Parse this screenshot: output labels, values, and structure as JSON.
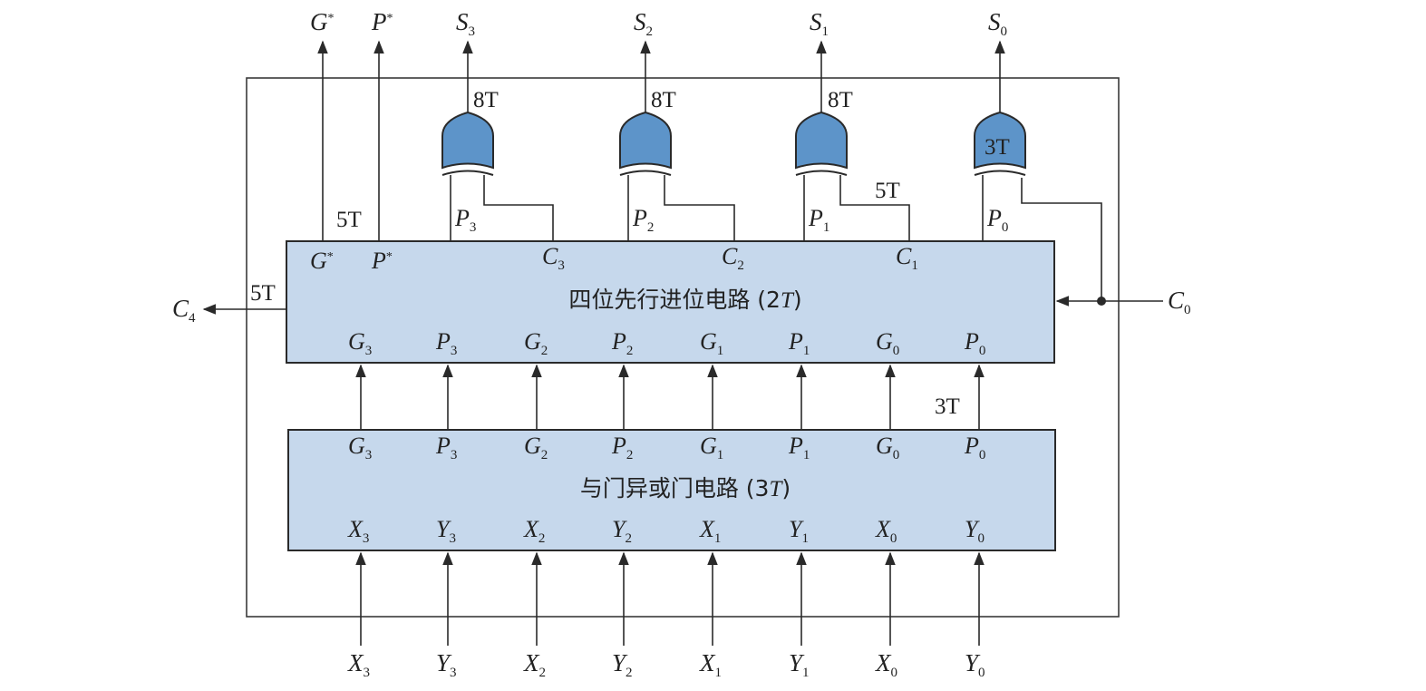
{
  "top_outputs": {
    "g_star": {
      "base": "G",
      "sup": "*"
    },
    "p_star": {
      "base": "P",
      "sup": "*"
    },
    "s3": {
      "base": "S",
      "sub": "3"
    },
    "s2": {
      "base": "S",
      "sub": "2"
    },
    "s1": {
      "base": "S",
      "sub": "1"
    },
    "s0": {
      "base": "S",
      "sub": "0"
    }
  },
  "delays": {
    "s3": "8T",
    "s2": "8T",
    "s1": "8T",
    "s0_gate": "3T",
    "gp_star": "5T",
    "c1_wire": "5T",
    "c4": "5T",
    "p0_link": "3T"
  },
  "xor_wire_labels": {
    "p3": {
      "base": "P",
      "sub": "3"
    },
    "p2": {
      "base": "P",
      "sub": "2"
    },
    "p1": {
      "base": "P",
      "sub": "1"
    },
    "p0": {
      "base": "P",
      "sub": "0"
    }
  },
  "cla_block": {
    "title": "四位先行进位电路 (2",
    "title_t": "T",
    "title_close": ")",
    "top_pins": {
      "g_star": {
        "base": "G",
        "sup": "*"
      },
      "p_star": {
        "base": "P",
        "sup": "*"
      },
      "c3": {
        "base": "C",
        "sub": "3"
      },
      "c2": {
        "base": "C",
        "sub": "2"
      },
      "c1": {
        "base": "C",
        "sub": "1"
      }
    },
    "bottom_pins": [
      {
        "base": "G",
        "sub": "3"
      },
      {
        "base": "P",
        "sub": "3"
      },
      {
        "base": "G",
        "sub": "2"
      },
      {
        "base": "P",
        "sub": "2"
      },
      {
        "base": "G",
        "sub": "1"
      },
      {
        "base": "P",
        "sub": "1"
      },
      {
        "base": "G",
        "sub": "0"
      },
      {
        "base": "P",
        "sub": "0"
      }
    ]
  },
  "gate_block": {
    "title": "与门异或门电路 (3",
    "title_t": "T",
    "title_close": ")",
    "top_pins": [
      {
        "base": "G",
        "sub": "3"
      },
      {
        "base": "P",
        "sub": "3"
      },
      {
        "base": "G",
        "sub": "2"
      },
      {
        "base": "P",
        "sub": "2"
      },
      {
        "base": "G",
        "sub": "1"
      },
      {
        "base": "P",
        "sub": "1"
      },
      {
        "base": "G",
        "sub": "0"
      },
      {
        "base": "P",
        "sub": "0"
      }
    ],
    "bottom_pins": [
      {
        "base": "X",
        "sub": "3"
      },
      {
        "base": "Y",
        "sub": "3"
      },
      {
        "base": "X",
        "sub": "2"
      },
      {
        "base": "Y",
        "sub": "2"
      },
      {
        "base": "X",
        "sub": "1"
      },
      {
        "base": "Y",
        "sub": "1"
      },
      {
        "base": "X",
        "sub": "0"
      },
      {
        "base": "Y",
        "sub": "0"
      }
    ]
  },
  "inputs": [
    {
      "base": "X",
      "sub": "3"
    },
    {
      "base": "Y",
      "sub": "3"
    },
    {
      "base": "X",
      "sub": "2"
    },
    {
      "base": "Y",
      "sub": "2"
    },
    {
      "base": "X",
      "sub": "1"
    },
    {
      "base": "Y",
      "sub": "1"
    },
    {
      "base": "X",
      "sub": "0"
    },
    {
      "base": "Y",
      "sub": "0"
    }
  ],
  "c4": {
    "base": "C",
    "sub": "4"
  },
  "c0": {
    "base": "C",
    "sub": "0"
  },
  "colors": {
    "block_fill": "#c6d8ec",
    "gate_fill": "#5d94c9",
    "line": "#2a2a2a"
  }
}
